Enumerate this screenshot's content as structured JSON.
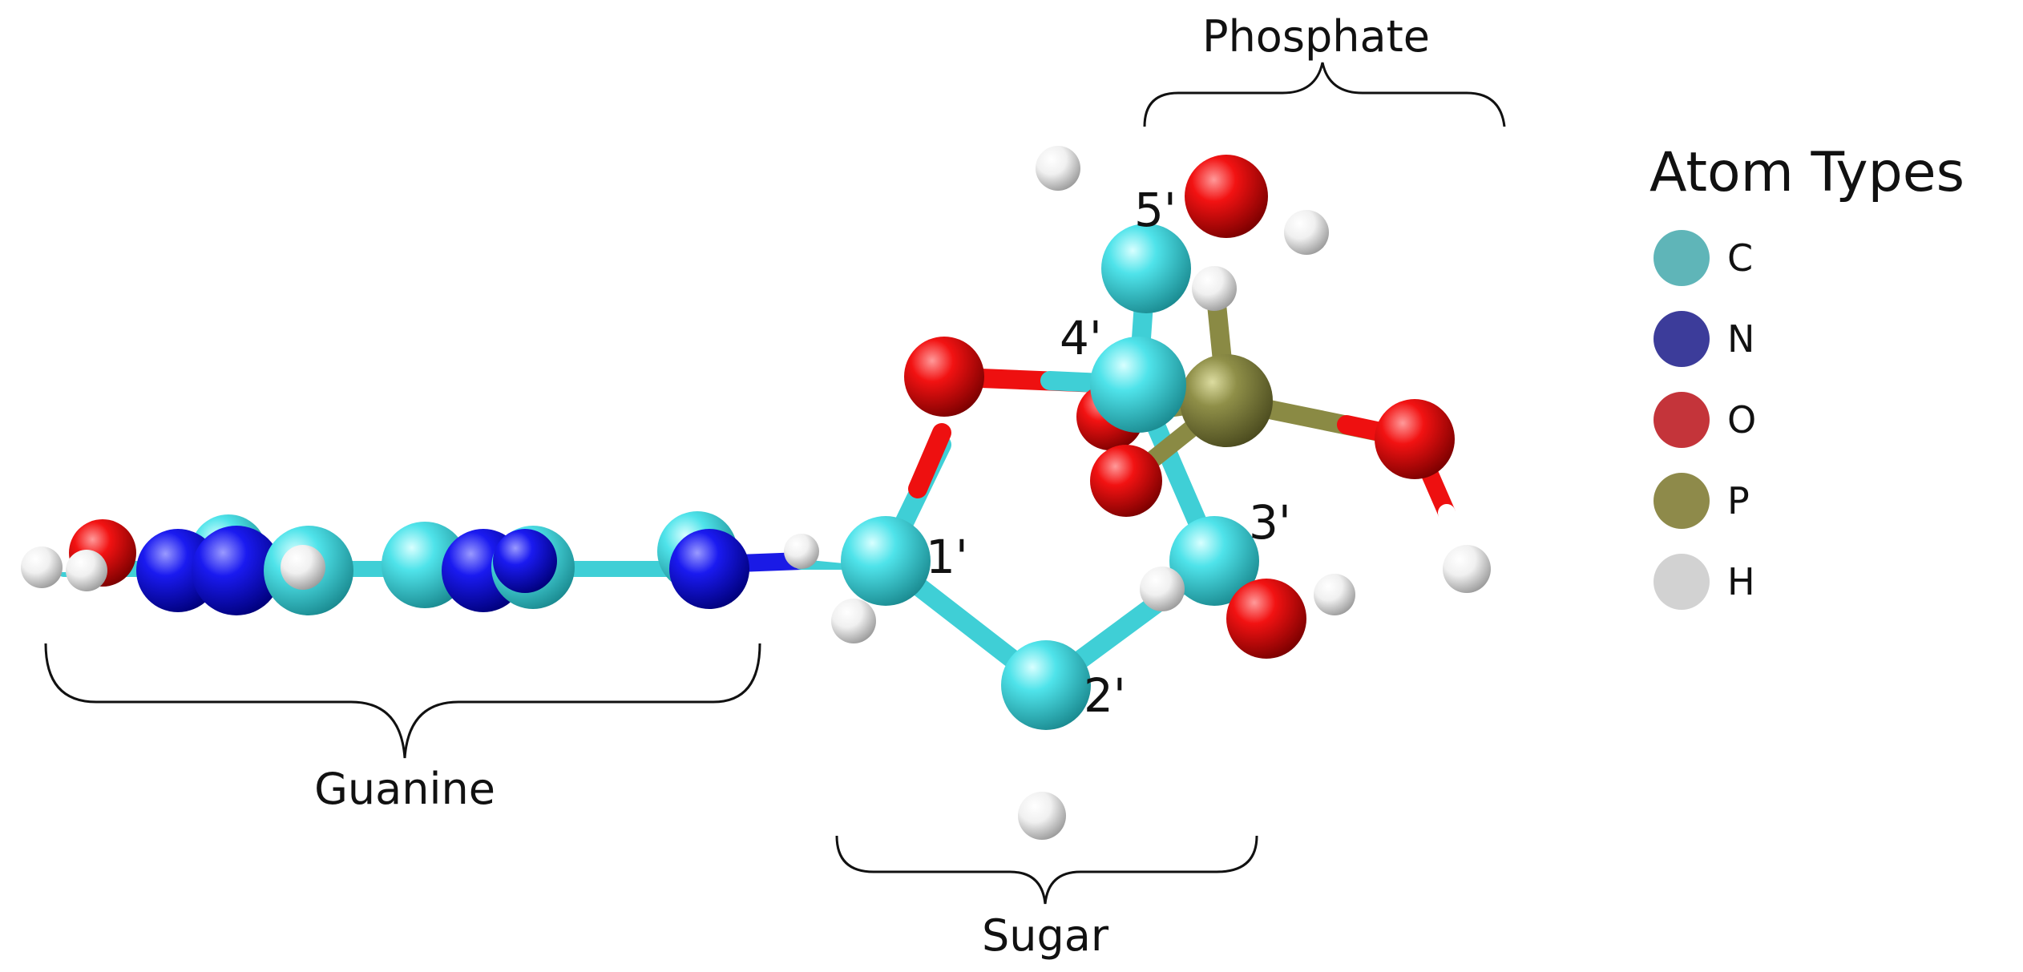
{
  "groups": {
    "phosphate": "Phosphate",
    "guanine": "Guanine",
    "sugar": "Sugar"
  },
  "carbon_labels": {
    "c1": "1'",
    "c2": "2'",
    "c3": "3'",
    "c4": "4'",
    "c5": "5'"
  },
  "legend": {
    "title": "Atom Types",
    "items": [
      {
        "symbol": "C",
        "color": "#5fb5b8"
      },
      {
        "symbol": "N",
        "color": "#3c3c9a"
      },
      {
        "symbol": "O",
        "color": "#c4343a"
      },
      {
        "symbol": "P",
        "color": "#8e8a4a"
      },
      {
        "symbol": "H",
        "color": "#d2d2d2"
      }
    ]
  },
  "render_colors": {
    "C": "#45d6dc",
    "N": "#1a1ae6",
    "O": "#ee1010",
    "P": "#8a8a44",
    "H": "#f2f2f2"
  }
}
